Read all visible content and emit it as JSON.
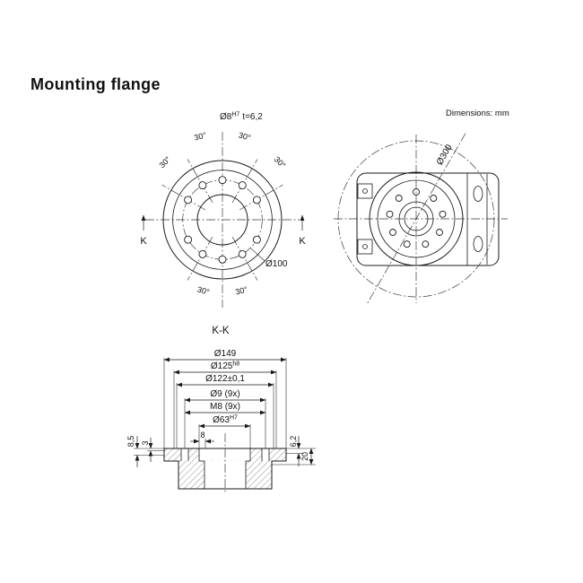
{
  "page": {
    "title": "Mounting flange",
    "units_note": "Dimensions: mm"
  },
  "front_view": {
    "pin_hole": {
      "dia": "Ø8",
      "tol": "H7",
      "note": "t=6,2"
    },
    "angles": [
      "30°",
      "30°",
      "30°",
      "30°",
      "30°",
      "30°"
    ],
    "section_marker_left": "K",
    "section_marker_right": "K",
    "bolt_circle": "Ø100"
  },
  "side_view": {
    "swept_dia": "Ø300"
  },
  "section_view": {
    "title": "K-K",
    "dia_outer": "Ø149",
    "dia_spigot": {
      "dia": "Ø125",
      "tol": "h8"
    },
    "dia_fit": "Ø122±0,1",
    "holes_through": "Ø9 (9x)",
    "holes_tapped": "M8 (9x)",
    "dia_bore": {
      "dia": "Ø63",
      "tol": "H7"
    },
    "depth_step": "8,5",
    "depth_step2": "3",
    "width_rim": "8",
    "depth_pin": "6,2",
    "thickness": "20"
  }
}
